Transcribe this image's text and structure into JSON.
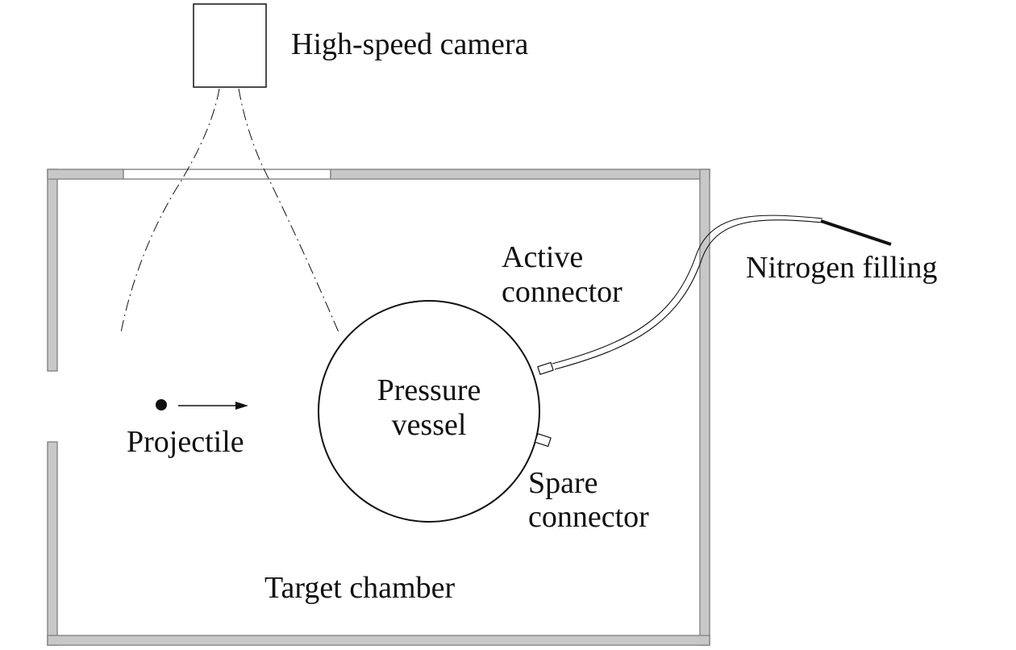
{
  "labels": {
    "camera": "High-speed camera",
    "active_line1": "Active",
    "active_line2": "connector",
    "nitrogen": "Nitrogen filling",
    "vessel_line1": "Pressure",
    "vessel_line2": "vessel",
    "projectile": "Projectile",
    "spare_line1": "Spare",
    "spare_line2": "connector",
    "chamber": "Target chamber"
  },
  "colors": {
    "line": "#111111",
    "wall_fill": "#c8c8c8",
    "wall_edge": "#8a8a8a"
  }
}
